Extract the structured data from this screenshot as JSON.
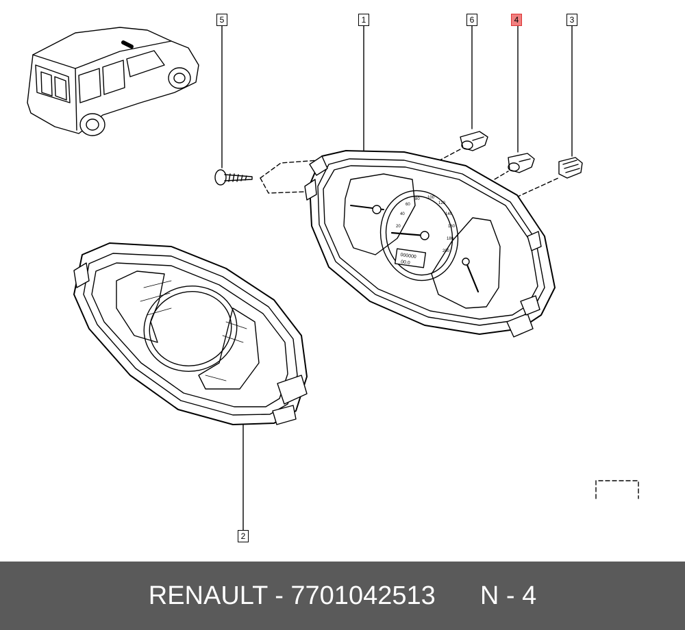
{
  "callouts": [
    {
      "label": "5",
      "highlight": false
    },
    {
      "label": "1",
      "highlight": false
    },
    {
      "label": "6",
      "highlight": false
    },
    {
      "label": "4",
      "highlight": true
    },
    {
      "label": "3",
      "highlight": false
    },
    {
      "label": "2",
      "highlight": false
    }
  ],
  "gauge": {
    "speed_ticks": [
      "20",
      "40",
      "60",
      "80",
      "100",
      "120",
      "140",
      "160",
      "180",
      "200"
    ],
    "odometer": "000000",
    "trip": "00.0"
  },
  "footer": {
    "brand": "RENAULT",
    "separator": "-",
    "part_number": "7701042513",
    "position": "N - 4"
  },
  "colors": {
    "highlight": "#f07f7f",
    "footer_bg": "#5a5a5a",
    "footer_text": "#ffffff"
  }
}
